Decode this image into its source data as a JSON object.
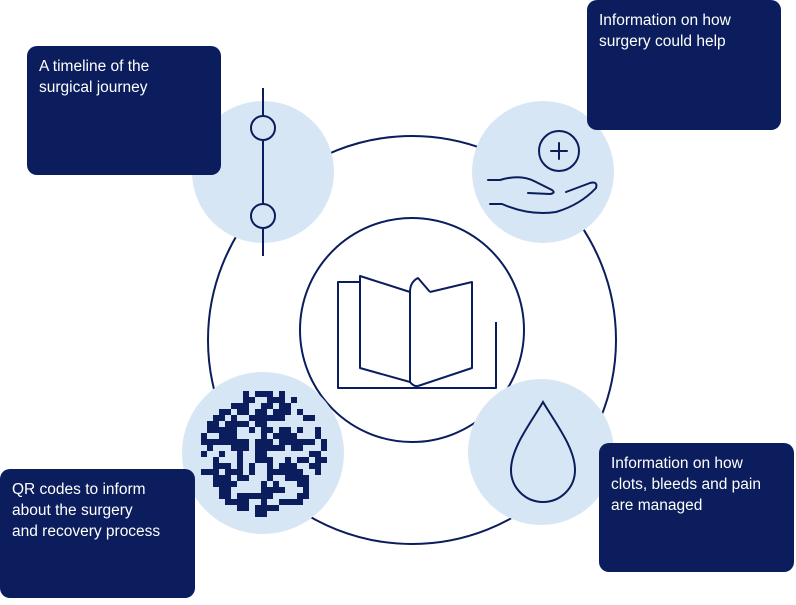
{
  "colors": {
    "navy": "#0b1d5c",
    "light_blue": "#d6e6f5",
    "white": "#ffffff"
  },
  "center_icon": "open-book-icon",
  "nodes": [
    {
      "id": "timeline",
      "icon": "timeline-icon",
      "lines": [
        "A timeline of the",
        "surgical journey"
      ]
    },
    {
      "id": "surgery",
      "icon": "hand-plus-icon",
      "lines": [
        "Information on how",
        "surgery could help"
      ]
    },
    {
      "id": "qr",
      "icon": "qr-code-icon",
      "lines": [
        "QR codes to inform",
        "about the surgery",
        "and recovery process"
      ]
    },
    {
      "id": "clots",
      "icon": "drop-icon",
      "lines": [
        "Information on how",
        "clots, bleeds and pain",
        "are managed"
      ]
    }
  ]
}
